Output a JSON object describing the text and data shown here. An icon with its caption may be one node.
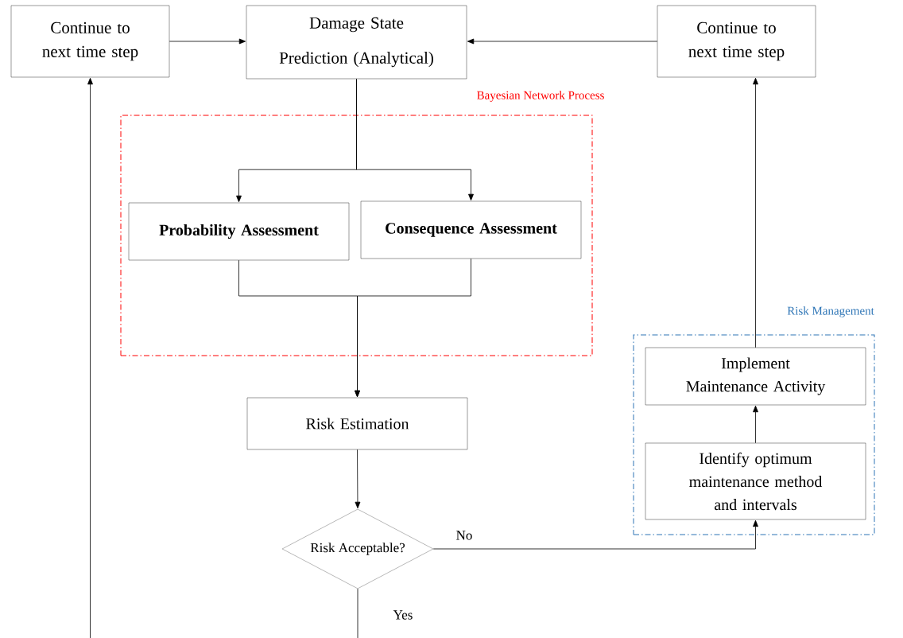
{
  "diagram": {
    "nodes": [
      {
        "text": [
          "Continue to next time step"
        ]
      },
      {
        "text": [
          "Damage State Prediction (Analytical)"
        ]
      },
      {
        "text": [
          "Continue to next time step"
        ]
      },
      {
        "text": [
          "Bayesian Network Process"
        ]
      },
      {
        "text": [
          "Probability Assessment"
        ],
        "in": 3
      },
      {
        "text": [
          "Consequence Assessment"
        ],
        "in": 3
      },
      {
        "text": [
          "Risk Management"
        ]
      },
      {
        "text": [
          "Implement Maintenance Activity"
        ],
        "in": 6
      },
      {
        "text": [
          "Identify optimum maintenance method and intervals"
        ],
        "in": 6
      },
      {
        "text": [
          "Risk Estimation"
        ]
      },
      {
        "text": [
          "Risk Acceptable?"
        ]
      }
    ],
    "edges": [
      {
        "from": 0,
        "to": 1,
        "arrow": "to"
      },
      {
        "from": 2,
        "to": 1,
        "arrow": "to"
      },
      {
        "from": 1,
        "to": 4,
        "arrow": "to"
      },
      {
        "from": 1,
        "to": 5,
        "arrow": "to"
      },
      {
        "from": 4,
        "to": 9,
        "arrow": "to"
      },
      {
        "from": 5,
        "to": 9,
        "arrow": "to"
      },
      {
        "from": 9,
        "to": 10,
        "arrow": "to"
      },
      {
        "from": 10,
        "to": 8,
        "arrow": "to",
        "label": "No"
      },
      {
        "from": 8,
        "to": 7,
        "arrow": "to"
      },
      {
        "from": 7,
        "to": 2,
        "arrow": "to"
      },
      {
        "from": 10,
        "to": null,
        "arrow": "none",
        "label": "Yes"
      },
      {
        "from": null,
        "to": 0,
        "arrow": "to"
      }
    ]
  }
}
